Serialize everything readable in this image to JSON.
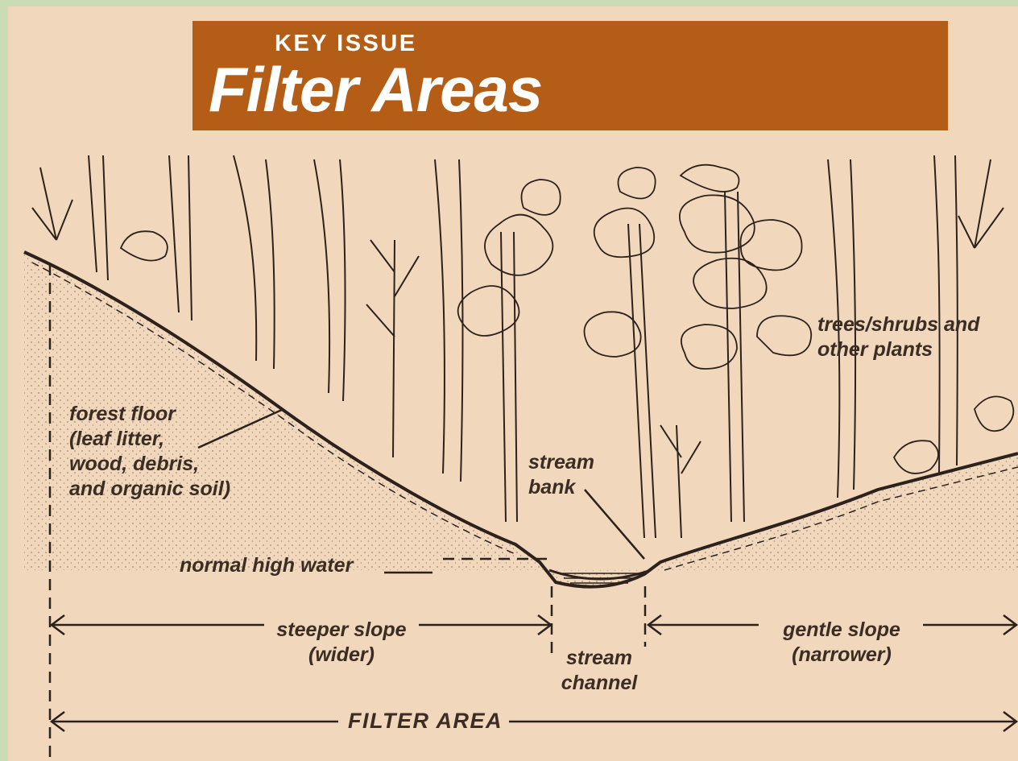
{
  "header": {
    "kicker": "KEY ISSUE",
    "title": "Filter Areas"
  },
  "labels": {
    "trees": [
      "trees/shrubs and",
      "other plants"
    ],
    "forest_floor": [
      "forest floor",
      "(leaf litter,",
      "wood, debris,",
      "and organic soil)"
    ],
    "stream_bank": [
      "stream",
      "bank"
    ],
    "normal_high_water": "normal high water",
    "steeper_slope": [
      "steeper slope",
      "(wider)"
    ],
    "stream_channel": [
      "stream",
      "channel"
    ],
    "gentle_slope": [
      "gentle slope",
      "(narrower)"
    ],
    "filter_area": "FILTER AREA"
  },
  "colors": {
    "background": "#f1d7bb",
    "banner": "#b35d16",
    "frame": "#c9dcb4",
    "ink": "#2c211b"
  }
}
